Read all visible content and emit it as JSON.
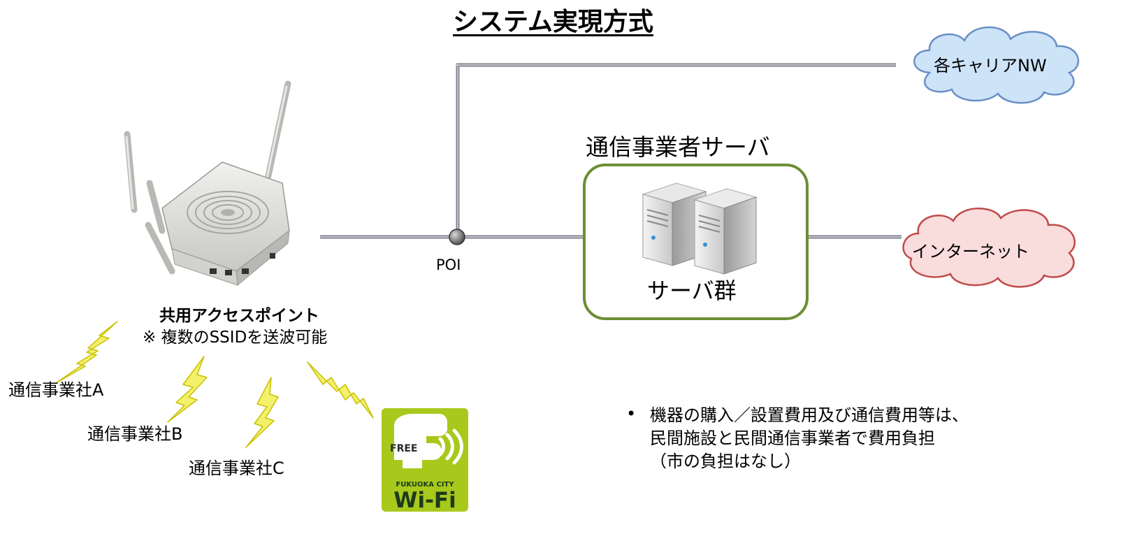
{
  "title": "システム実現方式",
  "server_box": {
    "heading": "通信事業者サーバ",
    "group_label": "サーバ群",
    "frame_color": "#6a8f35"
  },
  "poi_label": "POI",
  "clouds": [
    {
      "label": "各キャリアNW",
      "fill": "#cde3f8",
      "stroke": "#6a8fc6",
      "icon": "cloud-icon"
    },
    {
      "label": "インターネット",
      "fill": "#f9dcdc",
      "stroke": "#c04a4a",
      "icon": "cloud-icon"
    }
  ],
  "access_point": {
    "name": "共用アクセスポイント",
    "note": "※ 複数のSSIDを送波可能",
    "icon": "wireless-access-point-icon"
  },
  "carriers": [
    "通信事業社A",
    "通信事業社B",
    "通信事業社C"
  ],
  "wifi_logo": {
    "free": "FREE",
    "city": "FUKUOKA CITY",
    "brand": "Wi-Fi",
    "color": "#a9c81c"
  },
  "notes": [
    {
      "lines": [
        "機器の購入／設置費用及び通信費用等は、",
        "民間施設と民間通信事業者で費用負担",
        "（市の負担はなし）"
      ]
    }
  ],
  "colors": {
    "line": "#8a8a9a",
    "lightning_fill": "#f3f16a",
    "lightning_stroke": "#c9c000"
  }
}
